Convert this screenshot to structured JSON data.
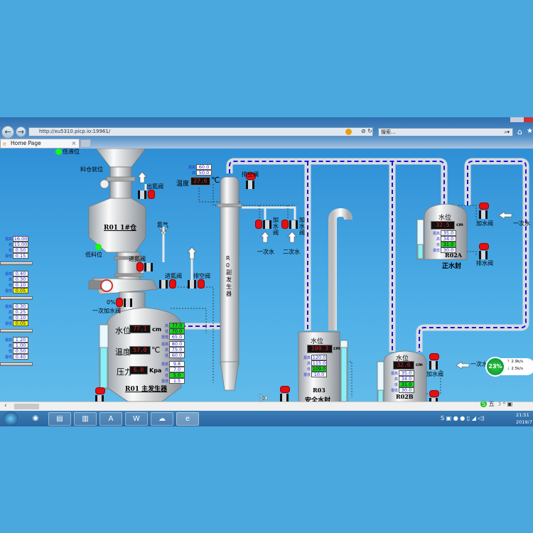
{
  "browser": {
    "url": "http://xu5310.picp.io:19961/",
    "search_placeholder": "搜索...",
    "tab_title": "Home Page",
    "back": "←",
    "forward": "→",
    "tab_close": "×",
    "home": "⌂",
    "star": "★"
  },
  "silo": {
    "title": "R01  1#仓",
    "material_level": "料仓就位",
    "low_level": "低料位",
    "low_level_top": "低液位",
    "out_n2_valve": "出氮阀",
    "nitrogen": "氮气",
    "in_n2_valve_1": "进氮阀",
    "in_n2_valve_2": "进氮阀",
    "vent_valve": "排空阀",
    "first_water_valve": "一次加水阀",
    "water_percent": "0%"
  },
  "left_tables": [
    {
      "values": [
        "16.00",
        "15.00",
        "0.50",
        "0.15"
      ],
      "labels": [
        "报高",
        "高",
        "低",
        "报低"
      ],
      "hl": []
    },
    {
      "values": [
        "0.40",
        "0.30",
        "0.10",
        "0.05"
      ],
      "labels": [
        "报高",
        "高",
        "低",
        "报低"
      ],
      "hl": [
        3
      ]
    },
    {
      "values": [
        "0.30",
        "0.25",
        "0.10",
        "0.05"
      ],
      "labels": [
        "报高",
        "高",
        "低",
        "报低"
      ],
      "hl": [
        3
      ]
    },
    {
      "values": [
        "1.20",
        "1.00",
        "0.50",
        "0.40"
      ],
      "labels": [
        "报高",
        "高",
        "低",
        "报低"
      ],
      "hl": []
    }
  ],
  "main_reactor": {
    "title": "R01  主发生器",
    "water": {
      "label": "水位",
      "value": "77.1",
      "unit": "cm",
      "thresholds": {
        "labels": [
          "高",
          "低",
          "报低"
        ],
        "values": [
          "77.0",
          "70.0",
          "65.0"
        ],
        "hl": [
          0,
          1
        ]
      }
    },
    "temp": {
      "label": "温度",
      "value": "57.0",
      "unit": "℃",
      "thresholds": {
        "labels": [
          "报高",
          "高",
          "低"
        ],
        "values": [
          "80.0",
          "75.0",
          "60.0"
        ],
        "hl": []
      }
    },
    "pressure": {
      "label": "压力",
      "value": "6.0",
      "unit": "Kpa",
      "thresholds": {
        "labels": [
          "报高",
          "高",
          "低",
          "报低"
        ],
        "values": [
          "9.8",
          "7.0",
          "5.0",
          "1.5"
        ],
        "hl": [
          2
        ]
      }
    }
  },
  "column": {
    "title": "R0 副发生器",
    "temp_label": "温度",
    "temp_value": "27.6",
    "temp_unit": "℃",
    "thresholds": {
      "labels": [
        "报高",
        "高"
      ],
      "values": [
        "60.0",
        "50.0"
      ],
      "hl": []
    },
    "vent_valve": "排空阀",
    "add_water_1": "加水阀",
    "add_water_2": "加水阀",
    "first_water": "一次水",
    "second_water": "二次水"
  },
  "r02a": {
    "title": "R02A",
    "subtitle": "正水封",
    "level_label": "水位",
    "value": "32.5",
    "unit": "cm",
    "thresholds": {
      "labels": [
        "报高",
        "高",
        "低",
        "报低"
      ],
      "values": [
        "35.0",
        "34.0",
        "31.0",
        "30.0"
      ],
      "hl": [
        2
      ]
    },
    "add_valve": "加水阀",
    "drain_valve": "排水阀",
    "first_water": "一次水"
  },
  "r03": {
    "title": "R03",
    "subtitle": "安全水封",
    "level_label": "水位",
    "value": "109.3",
    "unit": "cm",
    "thresholds": {
      "labels": [
        "报高",
        "高",
        "低",
        "报低"
      ],
      "values": [
        "120.0",
        "115.0",
        "109.0",
        "10.0"
      ],
      "hl": [
        2
      ]
    }
  },
  "r02b": {
    "title": "R02B",
    "level_label": "水位",
    "value": "32.6",
    "unit": "cm",
    "thresholds": {
      "labels": [
        "报高",
        "高",
        "低",
        "报低"
      ],
      "values": [
        "35.0",
        "34.0",
        "31.0",
        "30.0"
      ],
      "hl": [
        2
      ]
    },
    "add_valve": "加水阀",
    "first_water": "一次水"
  },
  "net_widget": {
    "percent": "23%",
    "up": "2.9k/s",
    "down": "2.5k/s"
  },
  "taskbar": {
    "time": "21:51",
    "date": "2019/7",
    "ime": "五"
  },
  "colors": {
    "green": "#11dd11",
    "yellow": "#f2f200",
    "valve_red": "#e41010",
    "pipe_flow": "#1010e0"
  }
}
